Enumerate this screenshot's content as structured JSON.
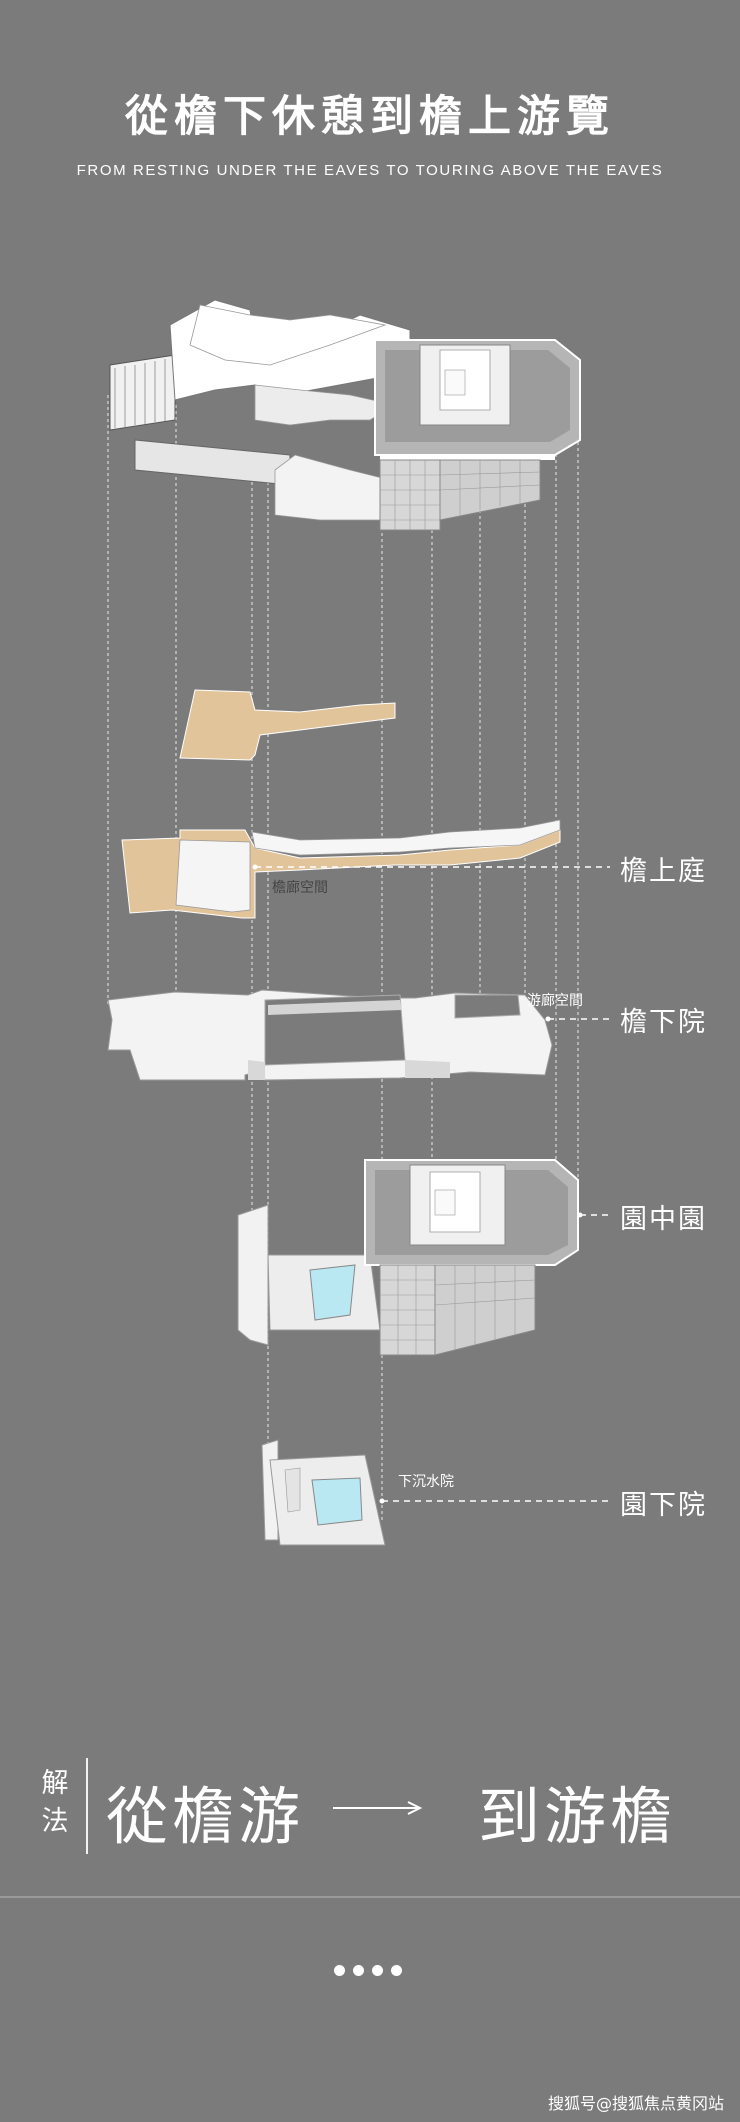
{
  "header": {
    "title": "從檐下休憩到檐上游覽",
    "subtitle": "FROM RESTING UNDER THE EAVES TO TOURING ABOVE THE EAVES"
  },
  "layers": [
    {
      "label": "檐上庭",
      "tag": "檐廊空間"
    },
    {
      "label": "檐下院",
      "tag": "游廊空間"
    },
    {
      "label": "園中園",
      "tag": ""
    },
    {
      "label": "園下院",
      "tag": "下沉水院"
    }
  ],
  "conclusion": {
    "prefix": "解法",
    "from": "從檐游",
    "arrow": "——→",
    "to": "到游檐"
  },
  "watermark": "搜狐号@搜狐焦点黄冈站",
  "colors": {
    "background": "#7b7b7b",
    "plate": "#f3f3f3",
    "accent_sand": "#e2c49a",
    "water": "#b9e8f2",
    "line": "#d8d8d8"
  }
}
